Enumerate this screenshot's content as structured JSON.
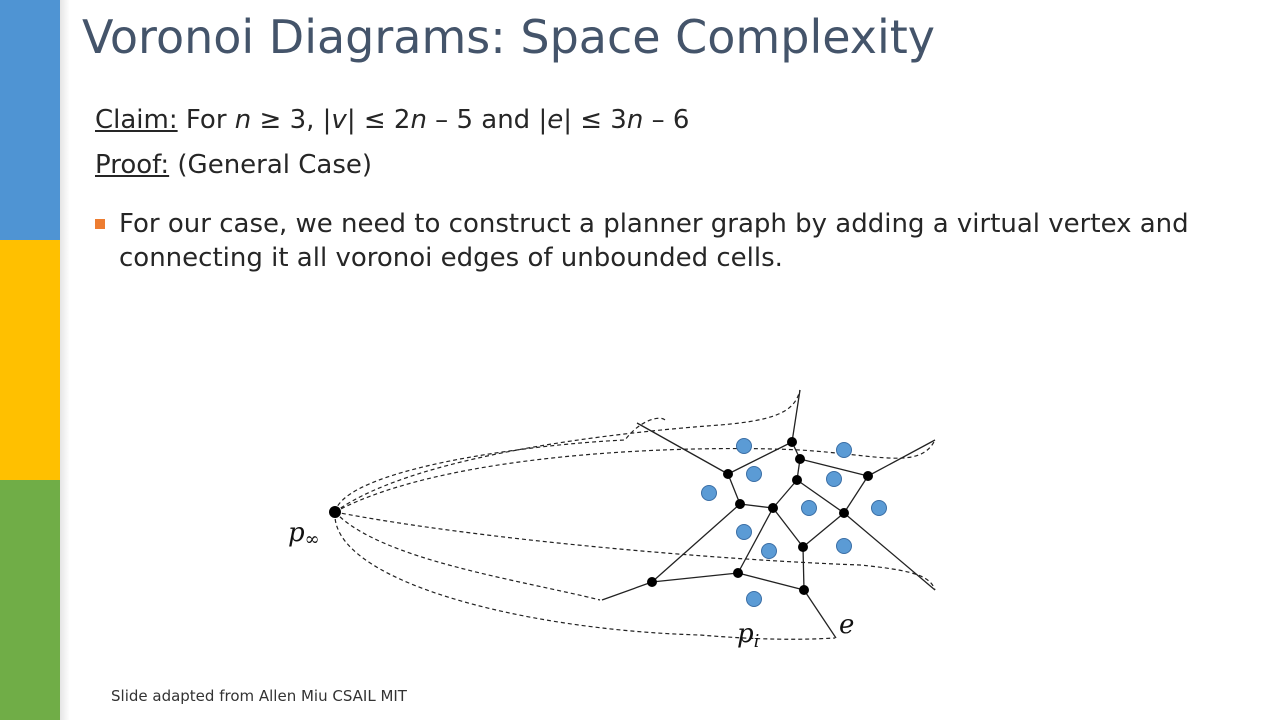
{
  "title": "Voronoi Diagrams: Space Complexity",
  "claim": {
    "label": "Claim:",
    "lead": " For ",
    "n1": "n",
    "cond": " ≥ 3, |",
    "v": "v",
    "mid1": "| ≤ 2",
    "n2": "n",
    "mid2": " – 5 and |",
    "e": "e",
    "mid3": "| ≤ 3",
    "n3": "n",
    "tail": " – 6"
  },
  "proof": {
    "label": "Proof:",
    "text": " (General Case)"
  },
  "bullet": "For our case, we need to construct a planner graph by adding a virtual vertex and connecting it all voronoi edges of unbounded cells.",
  "footer": "Slide adapted from Allen Miu CSAIL MIT",
  "diagram": {
    "label_p_inf_base": "p",
    "label_p_inf_sub": "∞",
    "label_pi_base": "p",
    "label_pi_sub": "i",
    "label_e": "e"
  },
  "colors": {
    "band_blue": "#4f94d3",
    "band_yellow": "#ffc000",
    "band_green": "#70ad47",
    "title": "#44546a",
    "site_fill": "#5b9bd5",
    "bullet": "#ed7d31"
  }
}
